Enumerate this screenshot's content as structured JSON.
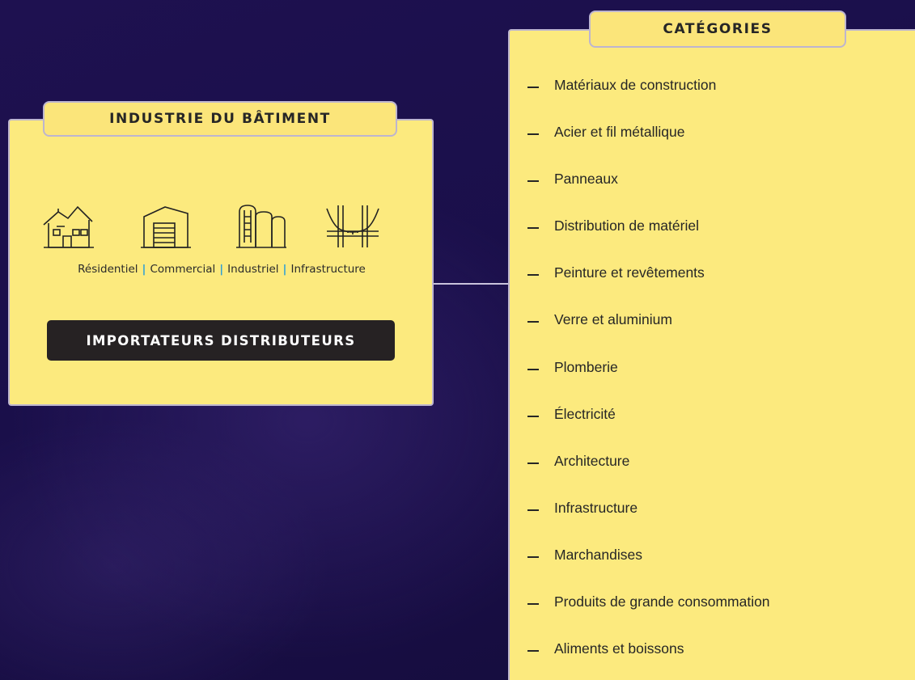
{
  "left_card": {
    "title": "INDUSTRIE DU BÂTIMENT",
    "icons": [
      "house-icon",
      "warehouse-icon",
      "silo-icon",
      "bridge-icon"
    ],
    "sectors": [
      "Résidentiel",
      "Commercial",
      "Industriel",
      "Infrastructure"
    ],
    "separator": "|",
    "button_label": "IMPORTATEURS DISTRIBUTEURS"
  },
  "right_card": {
    "title": "CATÉGORIES",
    "items": [
      "Matériaux de construction",
      "Acier et fil métallique",
      "Panneaux",
      "Distribution de matériel",
      "Peinture et revêtements",
      "Verre et aluminium",
      "Plomberie",
      "Électricité",
      "Architecture",
      "Infrastructure",
      "Marchandises",
      "Produits de grande consommation",
      "Aliments et boissons"
    ]
  },
  "colors": {
    "background": "#1a0f4a",
    "card": "#fcea7e",
    "button": "#262223",
    "separator": "#2e9fd6"
  }
}
